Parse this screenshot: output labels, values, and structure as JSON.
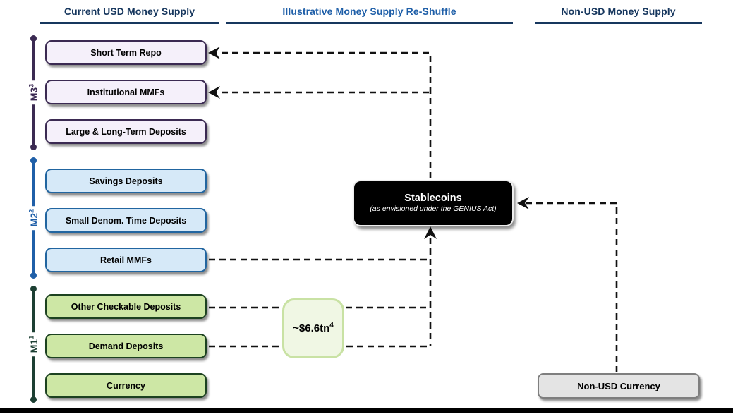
{
  "headers": [
    {
      "label": "Current USD Money Supply"
    },
    {
      "label": "Illustrative Money Supply Re-Shuffle"
    },
    {
      "label": "Non-USD Money Supply"
    }
  ],
  "groups": [
    {
      "label": "M3",
      "sup": "3",
      "items": [
        "Short Term Repo",
        "Institutional MMFs",
        "Large & Long-Term Deposits"
      ]
    },
    {
      "label": "M2",
      "sup": "2",
      "items": [
        "Savings Deposits",
        "Small Denom. Time Deposits",
        "Retail MMFs"
      ]
    },
    {
      "label": "M1",
      "sup": "1",
      "items": [
        "Other Checkable Deposits",
        "Demand Deposits",
        "Currency"
      ]
    }
  ],
  "stablecoins": {
    "title": "Stablecoins",
    "subtitle": "(as envisioned under the GENIUS Act)"
  },
  "amount": {
    "text": "~$6.6tn",
    "sup": "4"
  },
  "non_usd": {
    "label": "Non-USD Currency"
  },
  "colors": {
    "header_navy": "#17375E",
    "header_blue": "#1F5FA8",
    "header_underline": "#17375E",
    "m3_color": "#3B2A52",
    "m2_color": "#1F5FA8",
    "m1_color": "#1C3F33",
    "purple_fill": "#F5F0FA",
    "purple_border": "#3B2A52",
    "blue_fill": "#D6E9F8",
    "blue_border": "#2165A0",
    "green_fill": "#CDE7A5",
    "green_border": "#1C4220",
    "amount_fill": "#F0F7E4",
    "amount_border": "#C9E2A4",
    "gray_fill": "#E4E4E4",
    "gray_border": "#7F7F7F",
    "stablecoin_bg": "#000000",
    "connector": "#111111"
  }
}
